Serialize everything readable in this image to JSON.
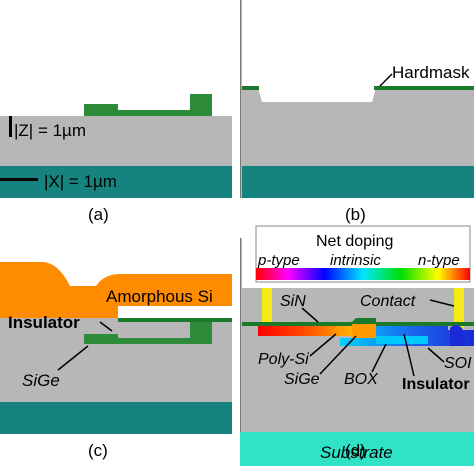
{
  "panels": {
    "a": {
      "caption": "(a)",
      "z_scale": "|Z| = 1µm",
      "x_scale": "|X| = 1µm"
    },
    "b": {
      "caption": "(b)",
      "hardmask_label": "Hardmask"
    },
    "c": {
      "caption": "(c)",
      "amorphous_label": "Amorphous Si",
      "insulator_label": "Insulator",
      "sige_label": "SiGe"
    },
    "d": {
      "caption": "(d)",
      "legend_title": "Net doping",
      "legend_p": "p-type",
      "legend_i": "intrinsic",
      "legend_n": "n-type",
      "sin_label": "SiN",
      "contact_label": "Contact",
      "polysi_label": "Poly-Si",
      "sige_label": "SiGe",
      "box_label": "BOX",
      "soi_label": "SOI",
      "insulator_label": "Insulator",
      "substrate_label": "Substrate"
    }
  },
  "colors": {
    "oxide_gray": "#b7b7b7",
    "substrate_teal": "#17837f",
    "sige_green": "#2e8b3a",
    "hardmask_green": "#1a7a2a",
    "amorphous_orange": "#ff8c00",
    "substrate_cyan": "#30e3c7",
    "contact_yellow": "#f5ea16",
    "soi_blue": "#1a3fd6"
  }
}
